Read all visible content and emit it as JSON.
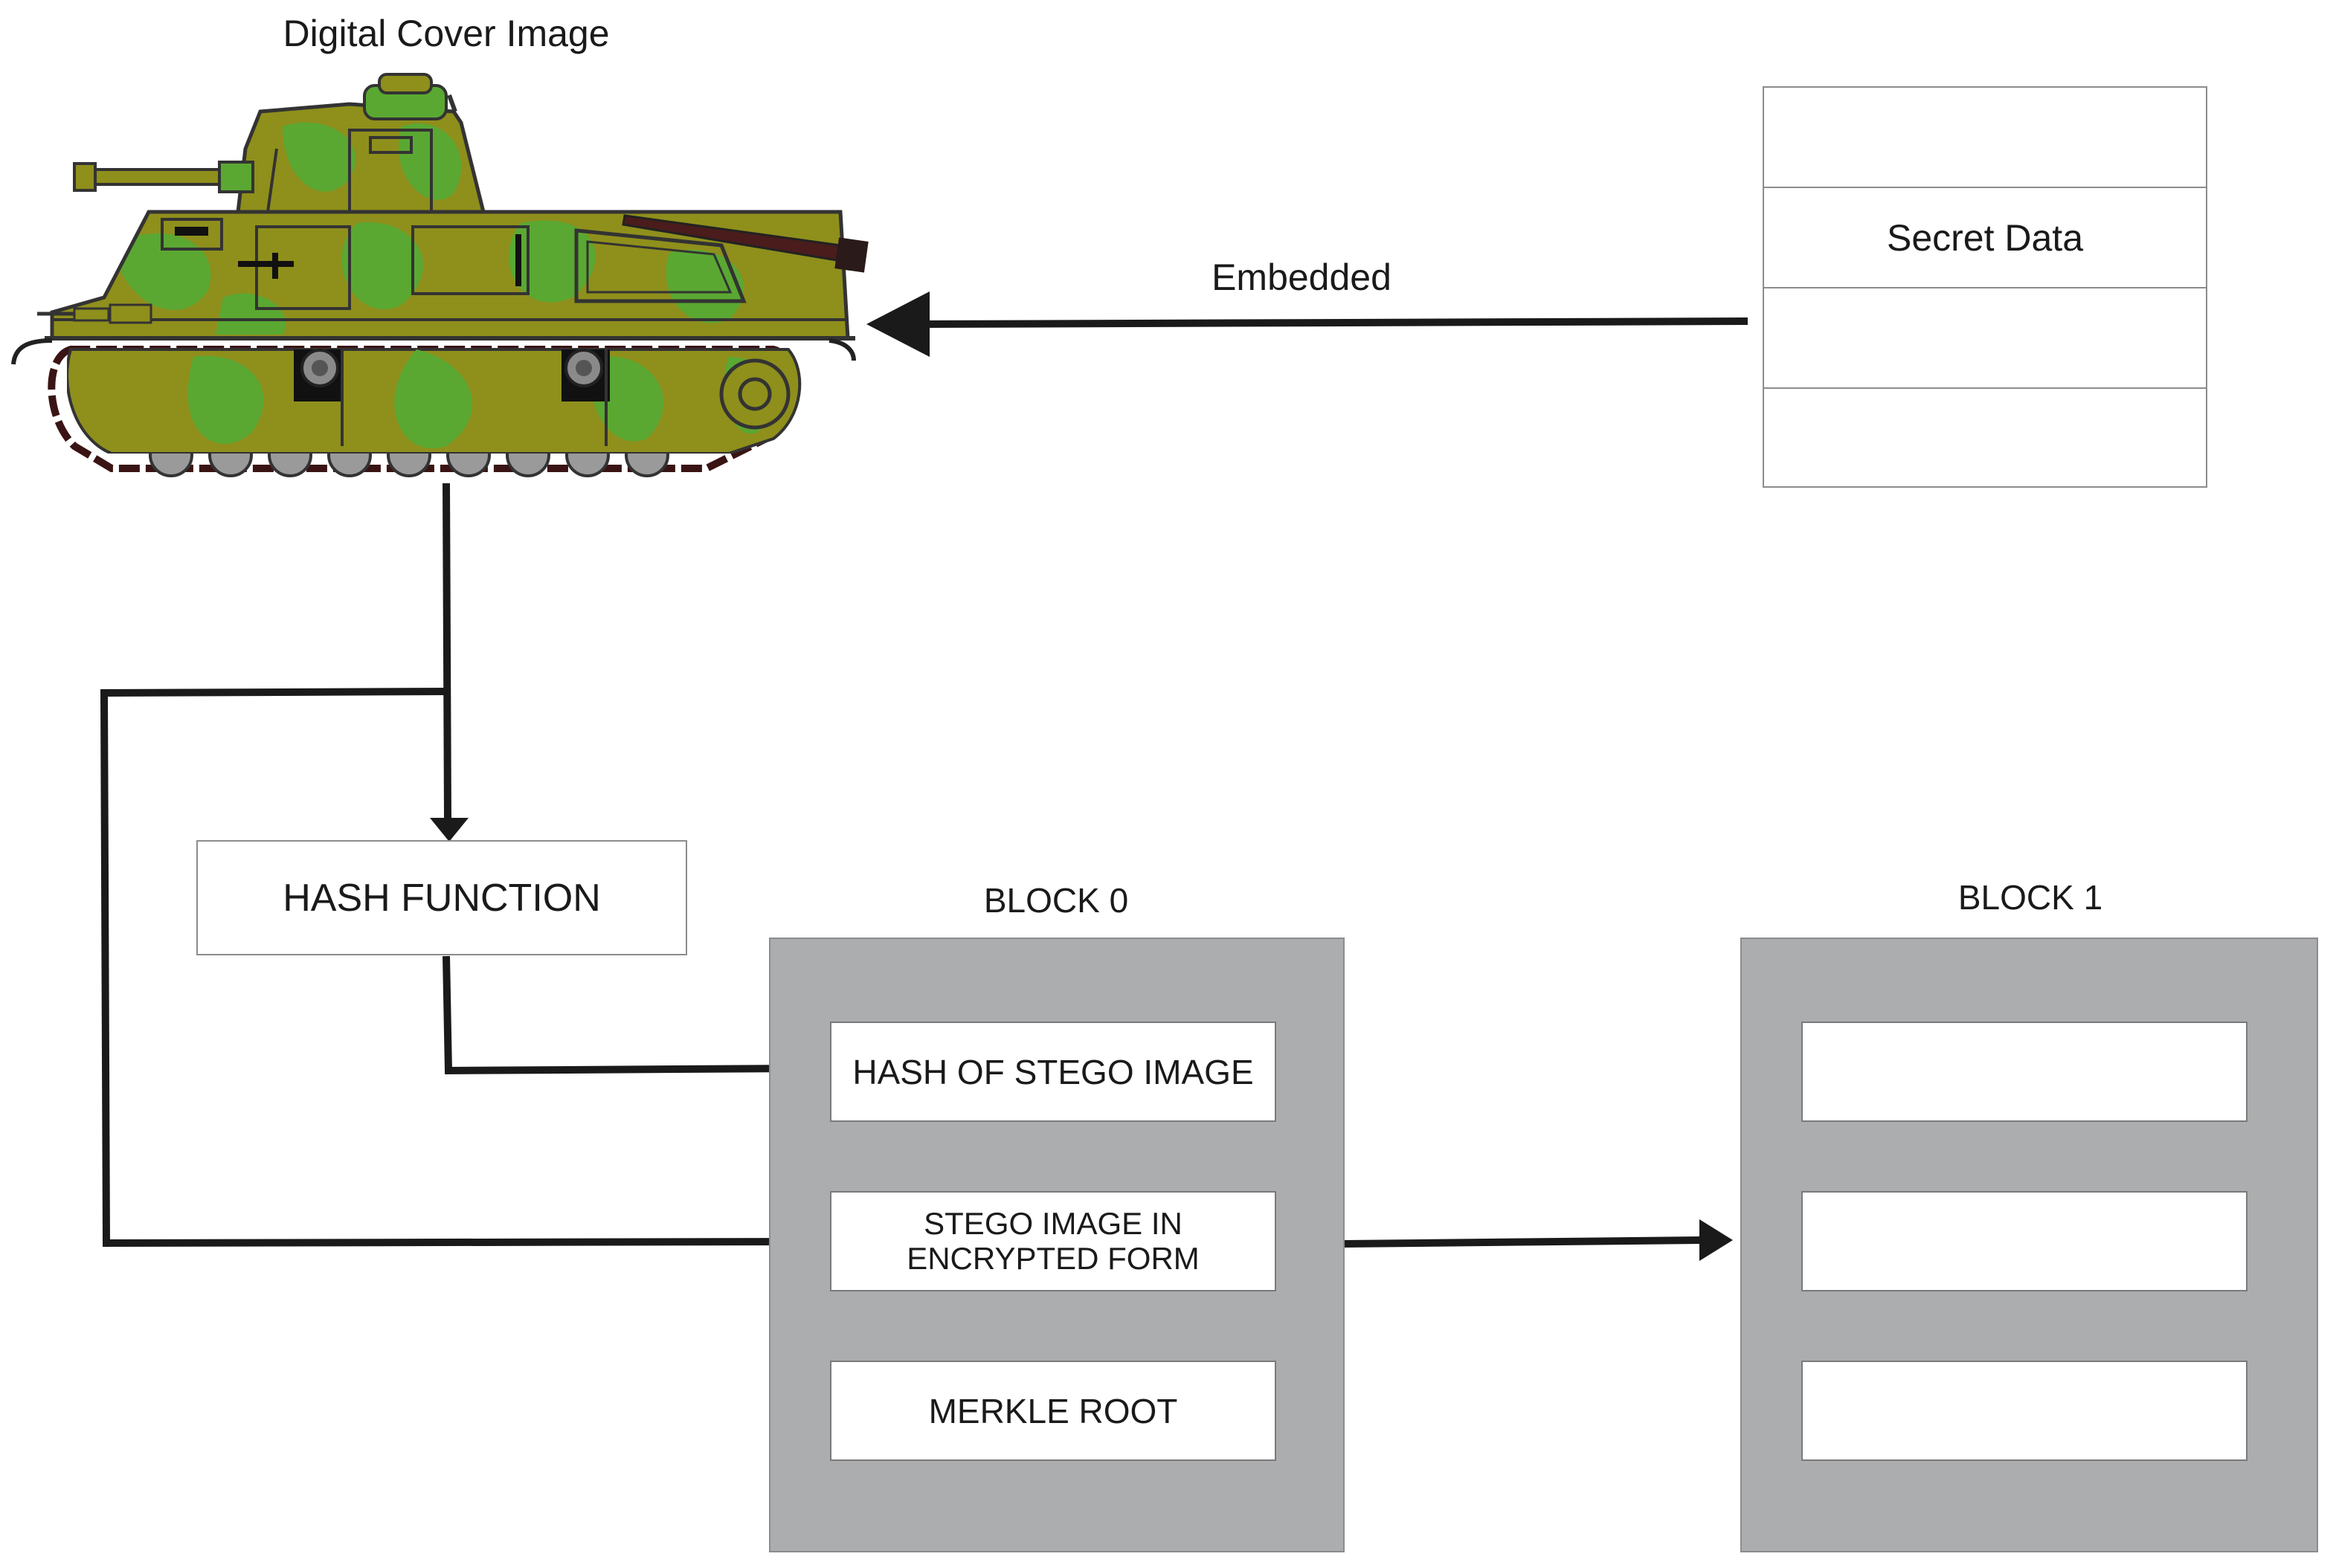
{
  "cover": {
    "title": "Digital Cover Image",
    "image": "tank-illustration"
  },
  "secret": {
    "label": "Secret Data",
    "rows": [
      "",
      "Secret Data",
      "",
      ""
    ]
  },
  "arrow_embedded_label": "Embedded",
  "hash_function": {
    "label": "HASH FUNCTION"
  },
  "block0": {
    "title": "BLOCK 0",
    "fields": [
      "HASH OF STEGO IMAGE",
      "STEGO IMAGE IN\nENCRYPTED FORM",
      "MERKLE ROOT"
    ]
  },
  "block1": {
    "title": "BLOCK 1",
    "fields": [
      "",
      "",
      ""
    ]
  },
  "colors": {
    "line": "#1a1a1a",
    "block_fill": "#acadaf",
    "box_border": "#8c8c8c",
    "tank_olive": "#8f8f1c",
    "tank_green": "#5aa832",
    "tank_dark": "#3a1414"
  }
}
